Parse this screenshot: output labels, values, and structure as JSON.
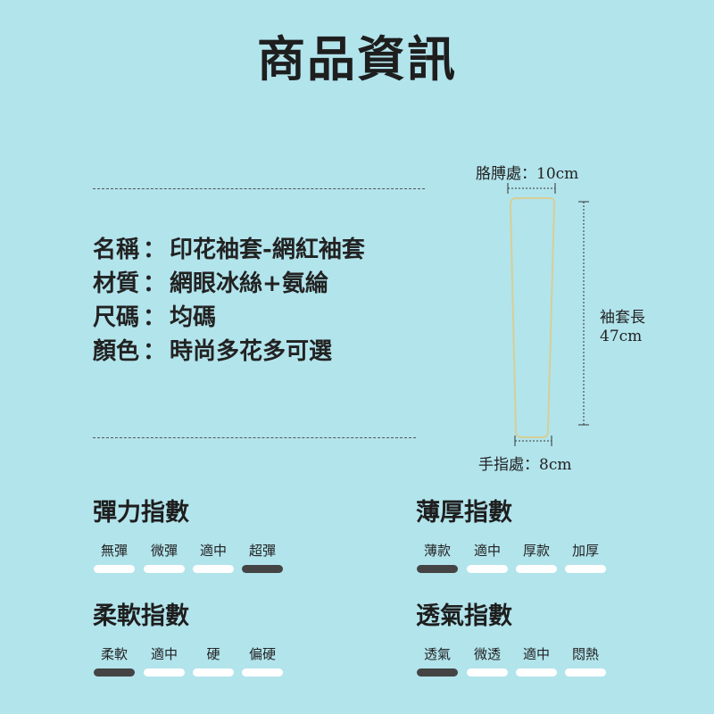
{
  "page": {
    "title": "商品資訊"
  },
  "specs": [
    {
      "label": "名稱",
      "value": "印花袖套-網紅袖套"
    },
    {
      "label": "材質",
      "value": "網眼冰絲+氨綸"
    },
    {
      "label": "尺碼",
      "value": "均碼"
    },
    {
      "label": "顏色",
      "value": "時尚多花多可選"
    }
  ],
  "separator": "：",
  "diagram": {
    "top_label": "胳膊處：10cm",
    "side_label_1": "袖套長",
    "side_label_2": "47cm",
    "bottom_label": "手指處：8cm"
  },
  "indices": [
    {
      "title": "彈力指數",
      "levels": [
        "無彈",
        "微彈",
        "適中",
        "超彈"
      ],
      "active": 3
    },
    {
      "title": "薄厚指數",
      "levels": [
        "薄款",
        "適中",
        "厚款",
        "加厚"
      ],
      "active": 0
    },
    {
      "title": "柔軟指數",
      "levels": [
        "柔軟",
        "適中",
        "硬",
        "偏硬"
      ],
      "active": 0
    },
    {
      "title": "透氣指數",
      "levels": [
        "透氣",
        "微透",
        "適中",
        "悶熱"
      ],
      "active": 0
    }
  ],
  "colors": {
    "background": "#b2e4ec",
    "active_bar": "#444444",
    "inactive_bar": "#ffffff",
    "sleeve_outline": "#d6cf96"
  }
}
